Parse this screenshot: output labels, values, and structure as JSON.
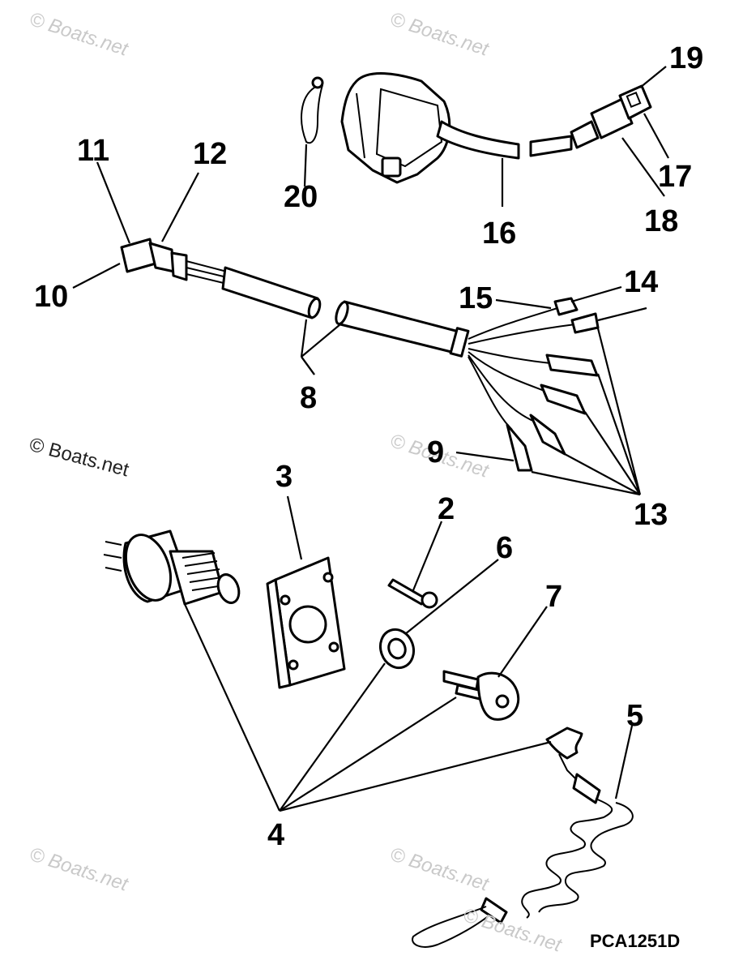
{
  "callouts": {
    "c2": "2",
    "c3": "3",
    "c4": "4",
    "c5": "5",
    "c6": "6",
    "c7": "7",
    "c8": "8",
    "c9": "9",
    "c10": "10",
    "c11": "11",
    "c12": "12",
    "c13": "13",
    "c14": "14",
    "c15": "15",
    "c16": "16",
    "c17": "17",
    "c18": "18",
    "c19": "19",
    "c20": "20"
  },
  "drawing_code": "PCA1251D",
  "watermarks": {
    "wm1": "© Boats.net",
    "wm2": "© Boats.net",
    "wm3": "© Boats.net",
    "wm4": "© Boats.net",
    "wm5": "© Boats.net",
    "wm6": "© Boats.net",
    "wm7": "© Boats.net"
  }
}
